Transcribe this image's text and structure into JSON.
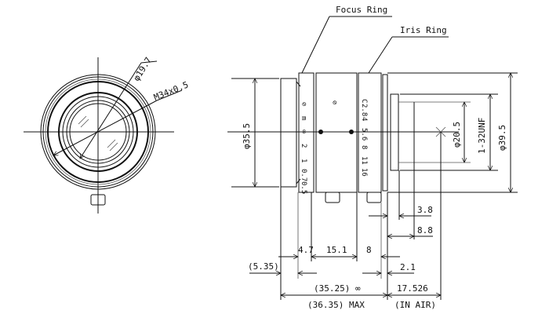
{
  "callouts": {
    "focus_ring": "Focus Ring",
    "iris_ring": "Iris Ring"
  },
  "front_view": {
    "inner_diameter": "φ19.7",
    "thread": "M34x0.5"
  },
  "focus_scale": [
    "⊘",
    "m",
    "∞",
    "2",
    "1",
    "0.7",
    "0.5"
  ],
  "body_mark": "⊘",
  "iris_scale": [
    "C",
    "2.8",
    "4",
    "5.6",
    "8",
    "11",
    "16"
  ],
  "dimensions": {
    "front_diameter": "φ35.5",
    "rear_diameter": "φ20.5",
    "mount_thread": "1-32UNF",
    "body_diameter": "φ39.5",
    "d_3_8": "3.8",
    "d_8_8": "8.8",
    "d_4_7": "4.7",
    "d_15_1": "15.1",
    "d_8": "8",
    "d_5_35": "(5.35)",
    "d_2_1": "2.1",
    "length_inf": "(35.25) ∞",
    "length_max": "(36.35) MAX",
    "flange_back": "17.526",
    "flange_note": "(IN AIR)"
  }
}
